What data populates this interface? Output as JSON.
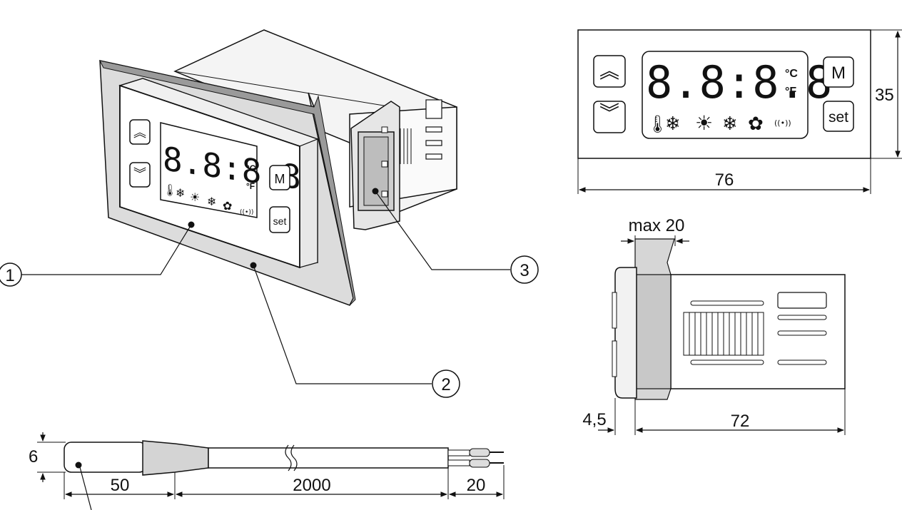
{
  "controller": {
    "display_digits": "8.8:8.8",
    "unit_c": "°C",
    "unit_f": "°F",
    "button_m": "M",
    "button_set": "set"
  },
  "callouts": [
    "1",
    "2",
    "3"
  ],
  "dimensions": {
    "front_width": "76",
    "front_height": "35",
    "panel_max": "max 20",
    "bezel_depth": "4,5",
    "body_length": "72",
    "probe_diameter": "6",
    "probe_tip": "50",
    "cable_length": "2000",
    "wire_end": "20"
  },
  "icons": [
    "up-chevron-icon",
    "down-chevron-icon",
    "thermometer-icon",
    "snowflake-icon",
    "sun-icon",
    "defrost-icon",
    "fan-icon",
    "alarm-icon"
  ]
}
